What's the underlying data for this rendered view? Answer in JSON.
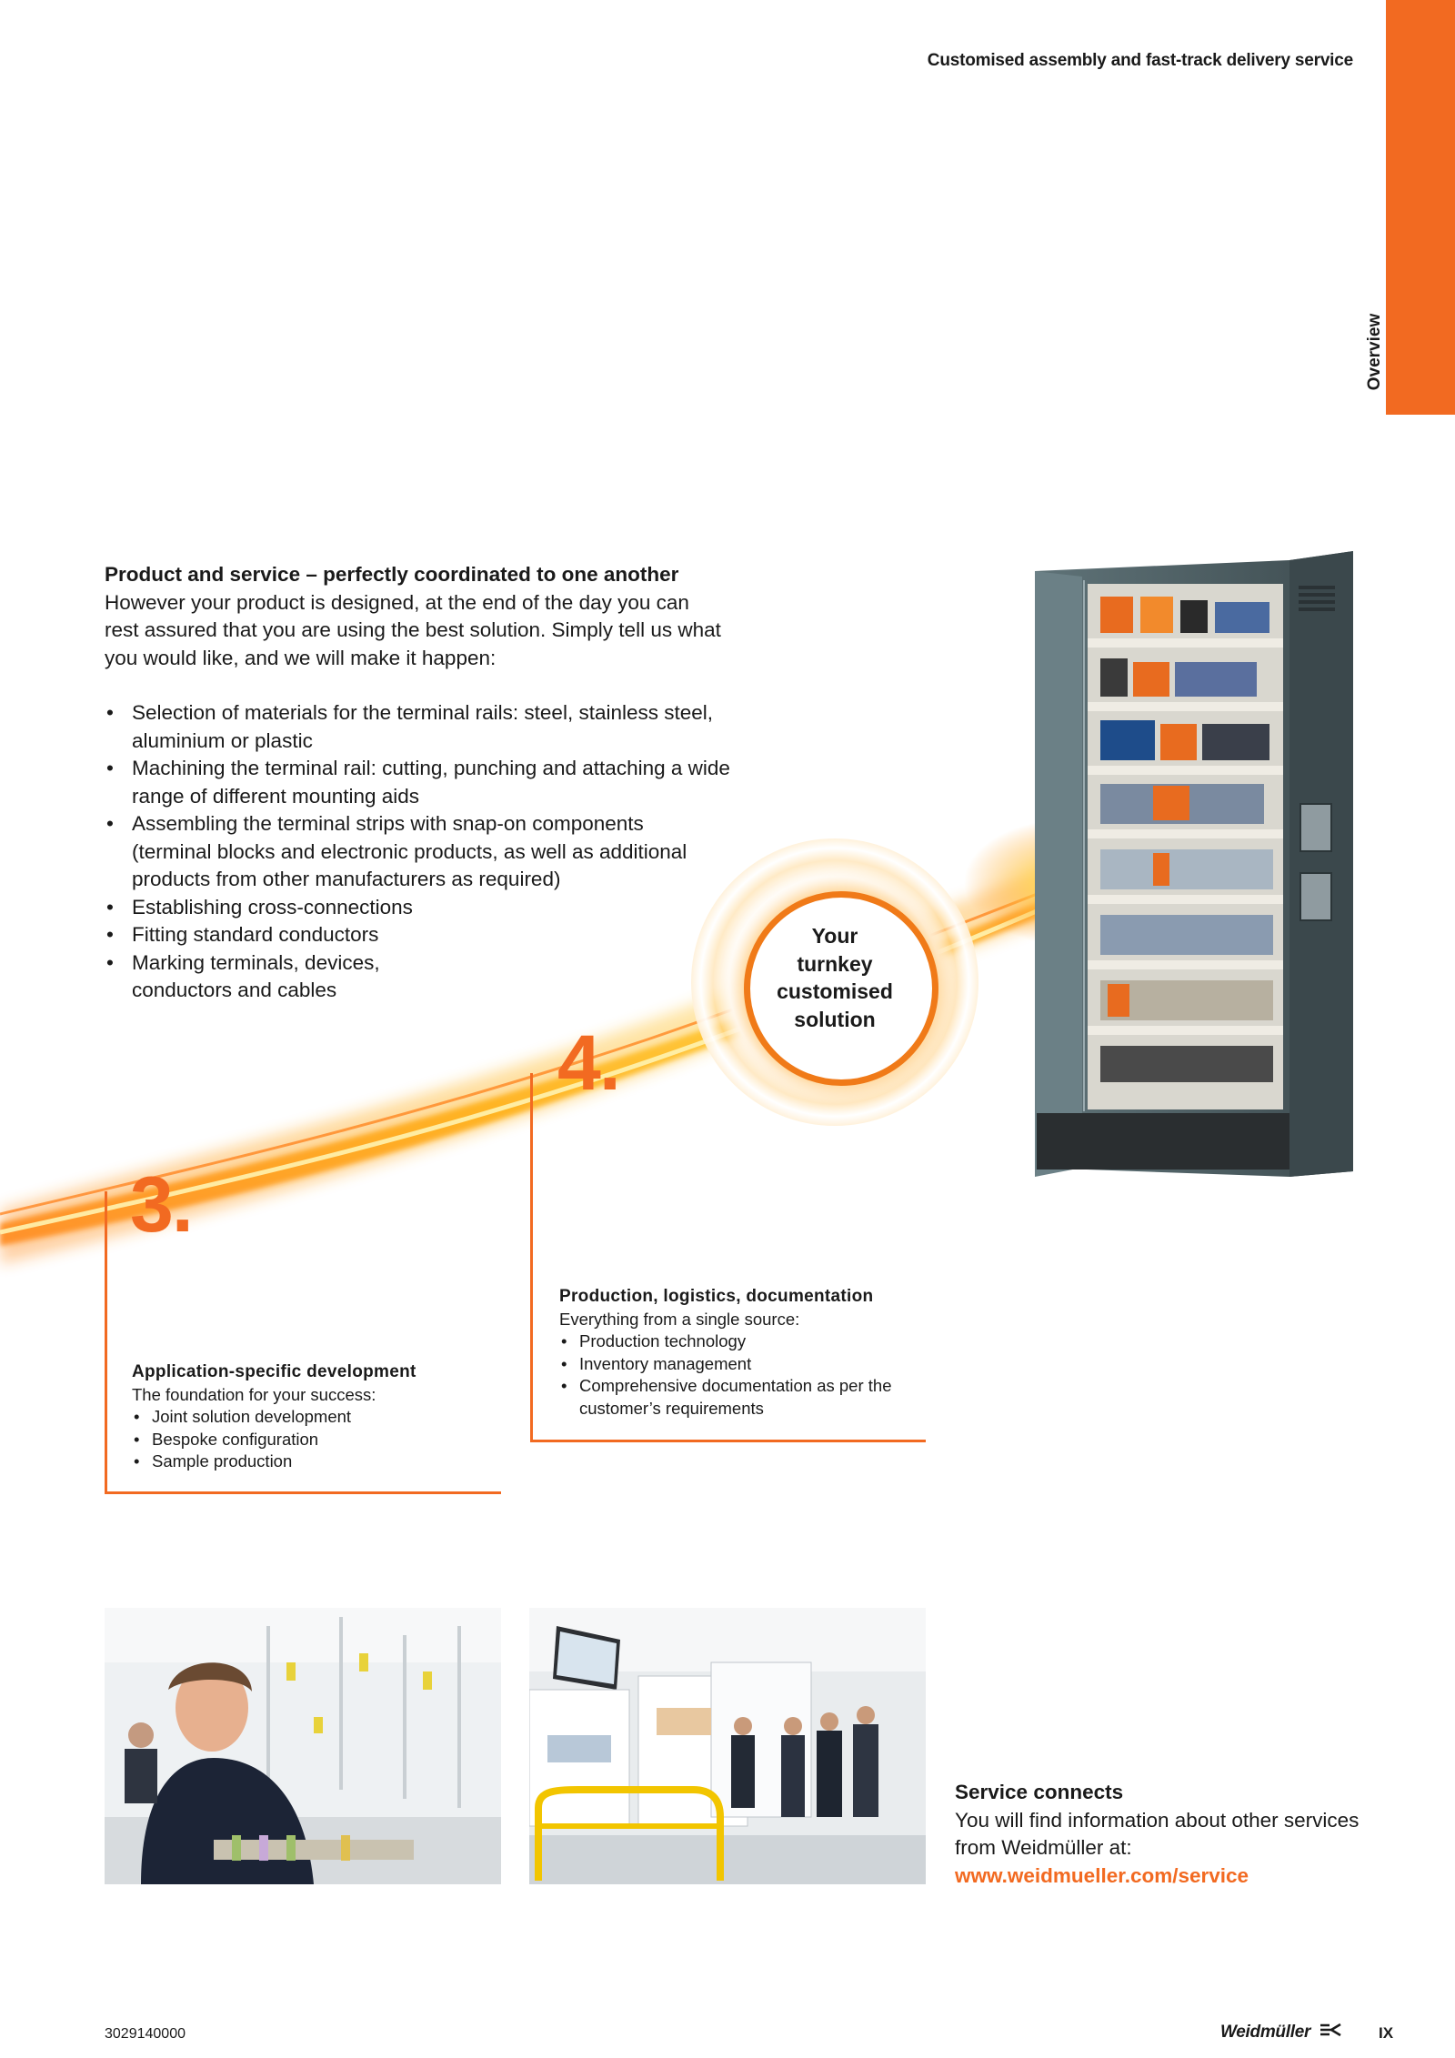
{
  "header": {
    "title": "Customised assembly and fast-track delivery service",
    "side_tab": "Overview",
    "accent_color": "#f26a21"
  },
  "intro": {
    "heading": "Product and service – perfectly coordinated to one another",
    "paragraph": "However your product is designed, at the end of the day you can rest assured that you are using the best solution. Simply tell us what you would like, and we will make it happen:",
    "bullets": [
      "Selection of materials for the terminal rails: steel, stainless steel, aluminium or plastic",
      "Machining the terminal rail: cutting, punching and attaching a wide range of different mounting aids",
      "Assembling the terminal strips with snap-on components (terminal blocks and electronic products, as well as additional products from other manufacturers as required)",
      "Establishing cross-connections",
      "Fitting standard conductors",
      "Marking terminals, devices, conductors and cables"
    ]
  },
  "badge": {
    "text": "Your\nturnkey\ncustomised\nsolution"
  },
  "steps": [
    {
      "number": "3.",
      "title": "Application-specific development",
      "lead": "The foundation for your success:",
      "bullets": [
        "Joint solution development",
        "Bespoke configuration",
        "Sample production"
      ]
    },
    {
      "number": "4.",
      "title": "Production, logistics, documentation",
      "lead": "Everything from a single source:",
      "bullets": [
        "Production technology",
        "Inventory management",
        "Comprehensive documentation as per the customer’s requirements"
      ]
    }
  ],
  "service": {
    "heading": "Service connects",
    "text": "You will find information about other services from Weidmüller at:",
    "link": "www.weidmueller.com/service"
  },
  "footer": {
    "code": "3029140000",
    "brand": "Weidmüller",
    "page": "IX"
  }
}
